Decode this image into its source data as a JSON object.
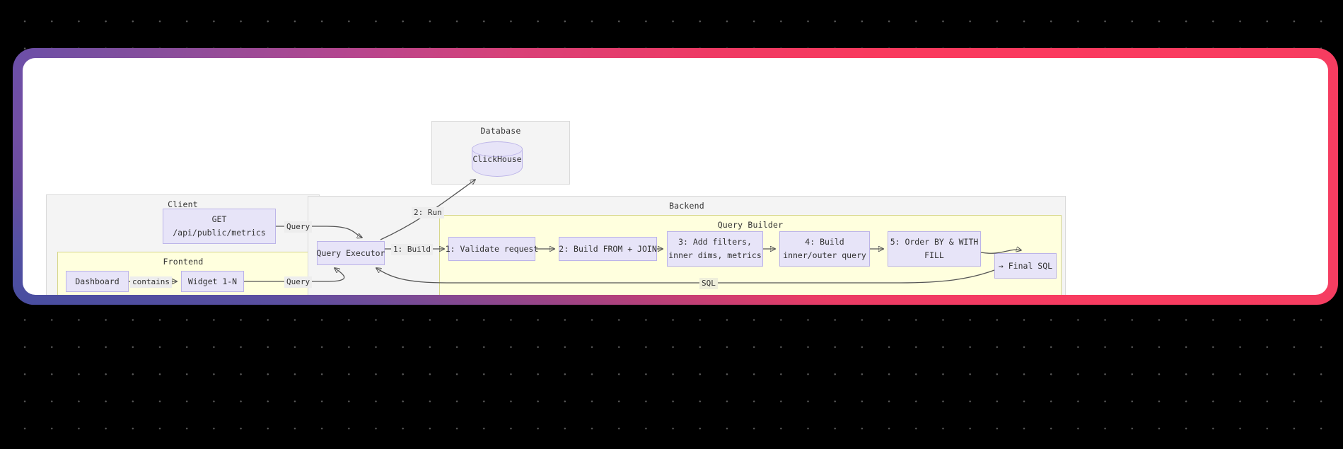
{
  "frame": {
    "gradient_start": "#6b4fa8",
    "gradient_mid": "#d94178",
    "gradient_end": "#f93a5e",
    "background": "#000000",
    "canvas_background": "#ffffff"
  },
  "theme": {
    "node_fill": "#e7e4f8",
    "node_stroke": "#bcb4e8",
    "cluster_fill": "#f4f4f4",
    "cluster_stroke": "#d9d9d9",
    "cluster_yellow_fill": "#ffffde",
    "cluster_yellow_stroke": "#d6d68a",
    "edge_stroke": "#555555",
    "text": "#333333"
  },
  "clusters": {
    "client": {
      "label": "Client"
    },
    "frontend": {
      "label": "Frontend"
    },
    "database": {
      "label": "Database"
    },
    "backend": {
      "label": "Backend"
    },
    "query_builder": {
      "label": "Query Builder"
    }
  },
  "nodes": {
    "get_endpoint": {
      "line1": "GET",
      "line2": "/api/public/metrics"
    },
    "dashboard": {
      "label": "Dashboard"
    },
    "widget": {
      "label": "Widget 1-N"
    },
    "clickhouse": {
      "label": "ClickHouse"
    },
    "query_executor": {
      "label": "Query Executor"
    },
    "step1": {
      "label": "1: Validate request"
    },
    "step2": {
      "label": "2: Build FROM + JOIN"
    },
    "step3": {
      "line1": "3: Add filters,",
      "line2": "inner dims, metrics"
    },
    "step4": {
      "line1": "4: Build",
      "line2": "inner/outer query"
    },
    "step5": {
      "line1": "5: Order BY & WITH",
      "line2": "FILL"
    },
    "final_sql": {
      "label": "→ Final SQL"
    }
  },
  "edge_labels": {
    "contains": "contains",
    "query_top": "Query",
    "query_bottom": "Query",
    "run": "2: Run",
    "build": "1: Build",
    "sql": "SQL"
  }
}
